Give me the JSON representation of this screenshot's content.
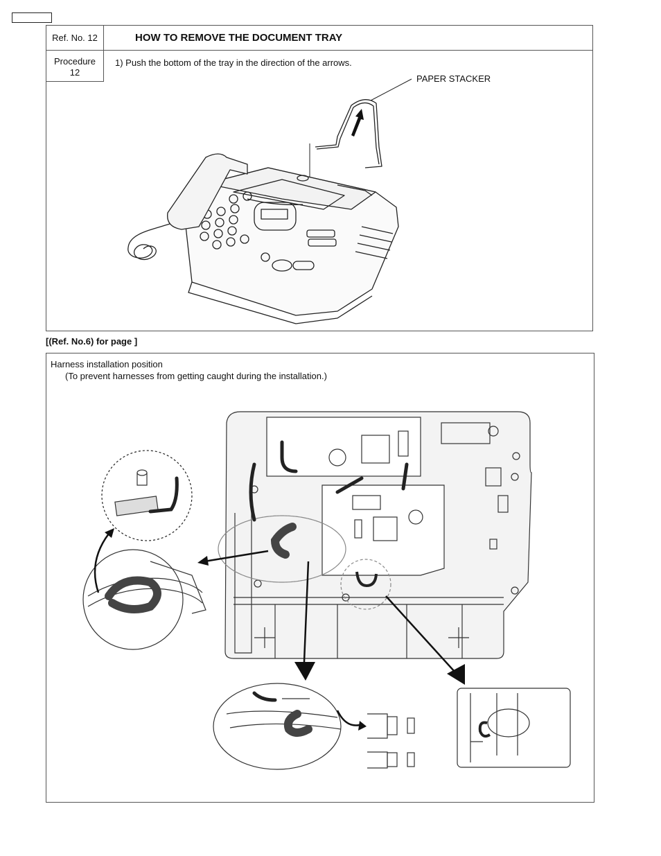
{
  "header": {
    "ref_no": "Ref. No. 12",
    "title": "HOW TO REMOVE THE DOCUMENT TRAY",
    "procedure_line1": "Procedure",
    "procedure_line2": "12",
    "step1": "1)  Push the bottom of the tray  in the direction of the arrows."
  },
  "figure1": {
    "label_paper_stacker": "PAPER STACKER"
  },
  "ref6_caption": "[(Ref. No.6) for page ]",
  "harness": {
    "title": "Harness installation position",
    "note": "(To prevent harnesses from getting caught during the installation.)"
  }
}
